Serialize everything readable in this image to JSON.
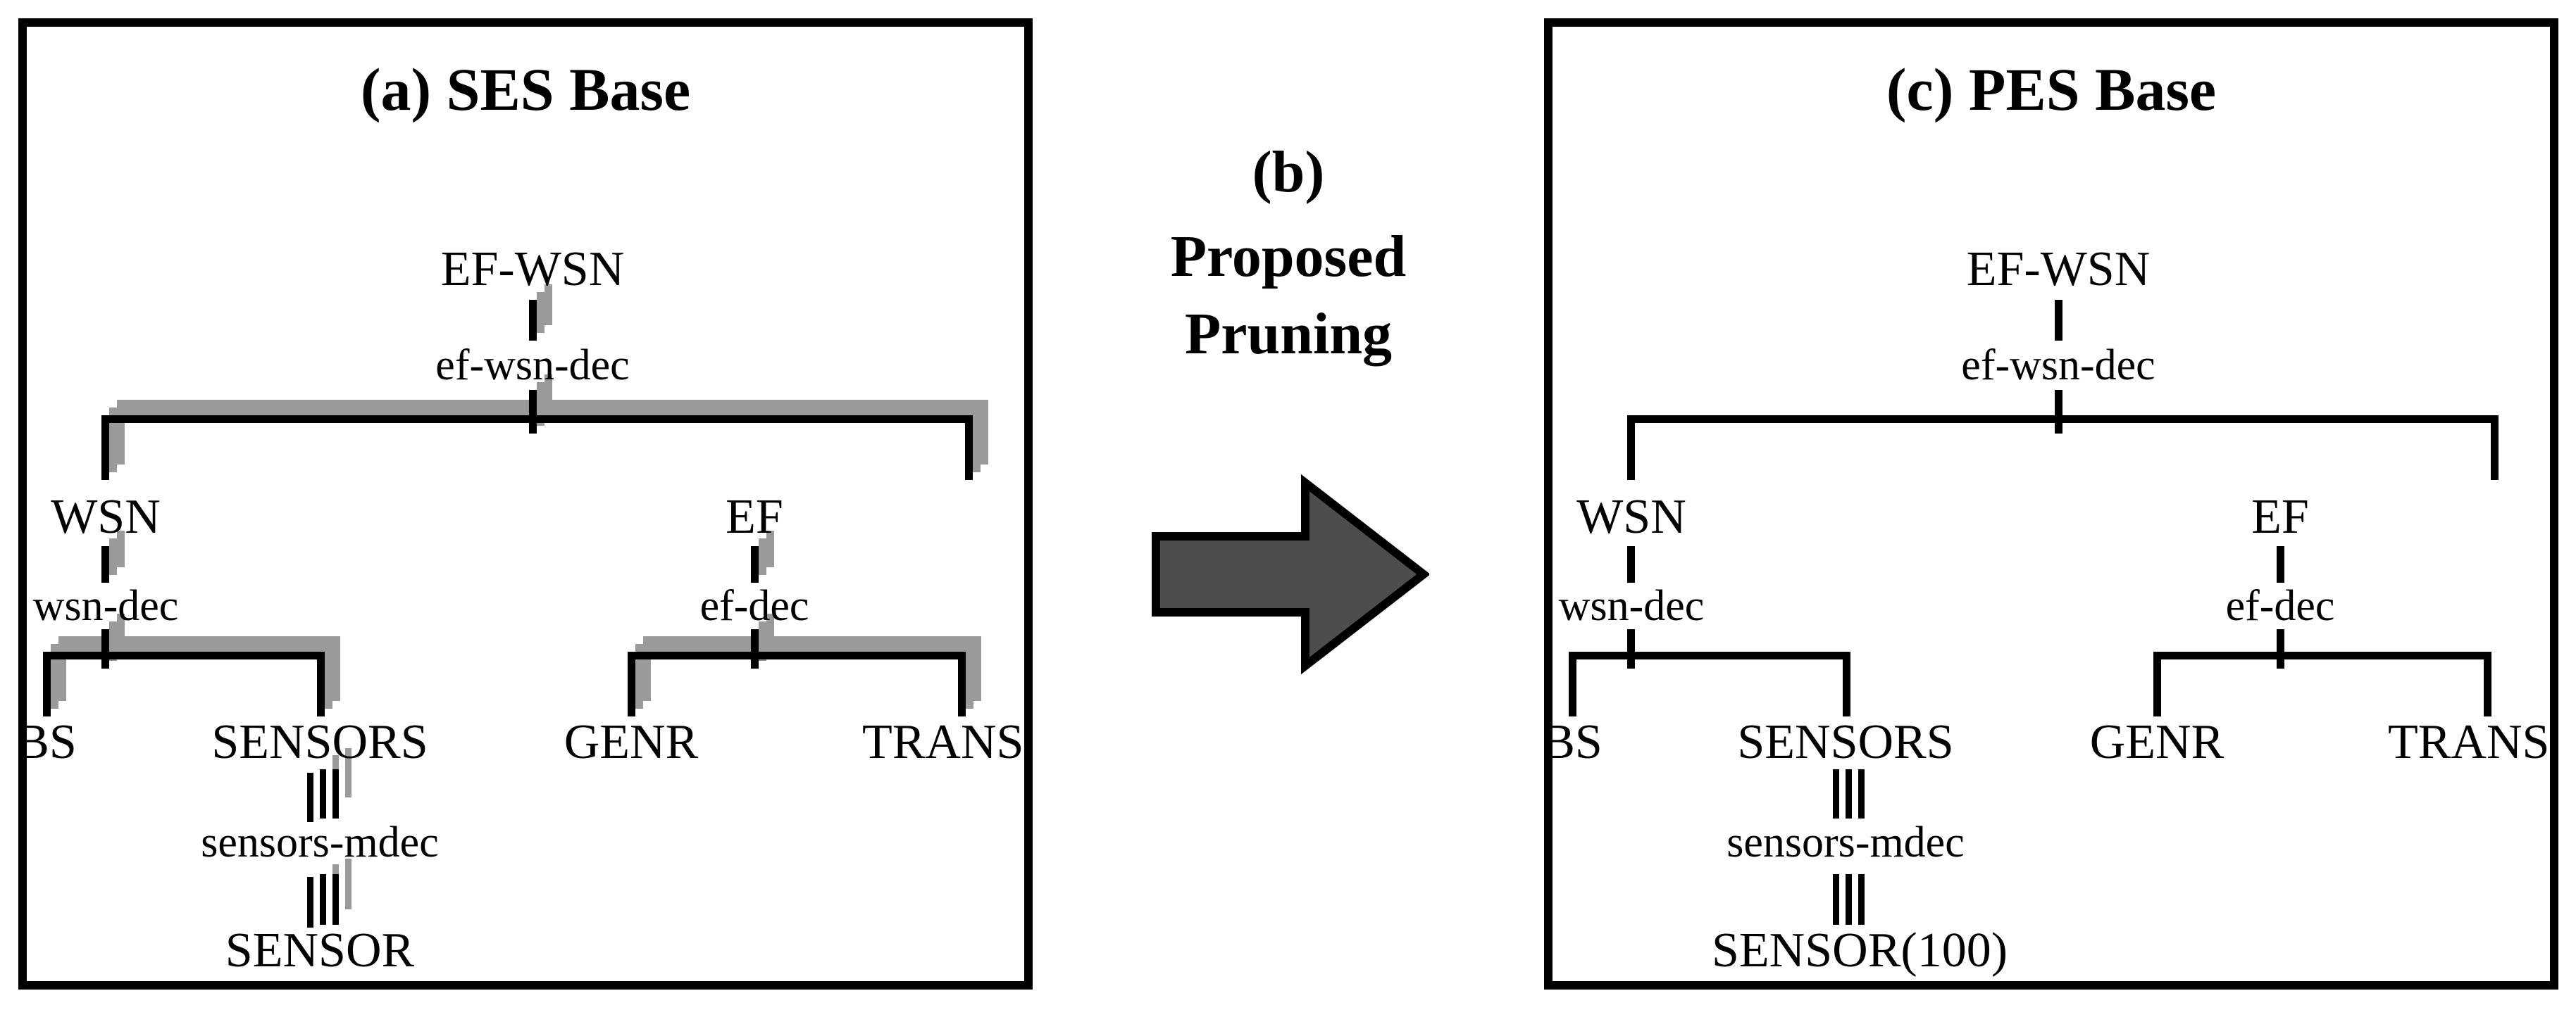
{
  "figure": {
    "background": "#ffffff",
    "line_color": "#000000",
    "shadow_color": "#9a9a9a"
  },
  "panel_a": {
    "title": "(a) SES Base",
    "nodes": {
      "root": "EF-WSN",
      "root_dec": "ef-wsn-dec",
      "left_child": "WSN",
      "left_child_dec": "wsn-dec",
      "right_child": "EF",
      "right_child_dec": "ef-dec",
      "leaf_bs": "BS",
      "leaf_sensors": "SENSORS",
      "leaf_genr": "GENR",
      "leaf_transd": "TRANSD",
      "sensors_dec": "sensors-mdec",
      "sensor": "SENSOR"
    }
  },
  "middle": {
    "label_index": "(b)",
    "label_line1": "Proposed",
    "label_line2": "Pruning",
    "arrow_icon": "right-arrow-icon",
    "arrow_fill": "#4d4d4d",
    "arrow_stroke": "#000000"
  },
  "panel_c": {
    "title": "(c) PES Base",
    "nodes": {
      "root": "EF-WSN",
      "root_dec": "ef-wsn-dec",
      "left_child": "WSN",
      "left_child_dec": "wsn-dec",
      "right_child": "EF",
      "right_child_dec": "ef-dec",
      "leaf_bs": "BS",
      "leaf_sensors": "SENSORS",
      "leaf_genr": "GENR",
      "leaf_transd": "TRANSD",
      "sensors_dec": "sensors-mdec",
      "sensor": "SENSOR(100)"
    }
  }
}
